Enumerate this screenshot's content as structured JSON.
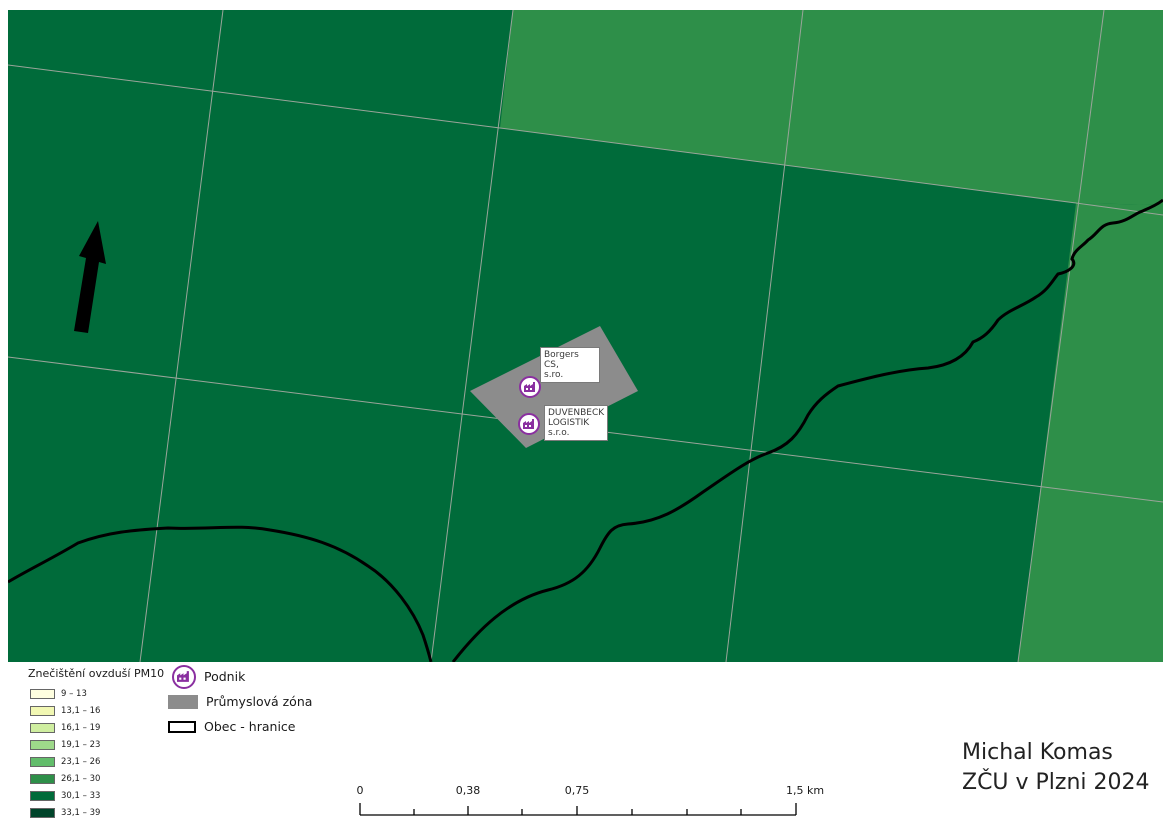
{
  "map": {
    "features": [
      {
        "name": "Borgers CS,\ns.ro.",
        "type": "Podnik"
      },
      {
        "name": "DUVENBECK\nLOGISTIK\ns.r.o.",
        "type": "Podnik"
      }
    ],
    "colors": {
      "grid_default": "#006b3a",
      "grid_lower": "#2e8f49",
      "industrial_zone": "#8c8c8c",
      "gridline": "#9aa59a",
      "municipal_border": "#000000",
      "poi_accent": "#8a2fa0"
    },
    "north_arrow": "north-arrow-icon"
  },
  "legend": {
    "pm10_title": "Znečištění ovzduší PM10",
    "classes": [
      {
        "label": "9 – 13",
        "color": "#ffffe0"
      },
      {
        "label": "13,1 – 16",
        "color": "#f1f7b3"
      },
      {
        "label": "16,1 – 19",
        "color": "#cfeea0"
      },
      {
        "label": "19,1 – 23",
        "color": "#9ed98a"
      },
      {
        "label": "23,1 – 26",
        "color": "#62bd6b"
      },
      {
        "label": "26,1 – 30",
        "color": "#2e8f49"
      },
      {
        "label": "30,1 – 33",
        "color": "#006b3a"
      },
      {
        "label": "33,1 – 39",
        "color": "#00442a"
      }
    ],
    "items": [
      {
        "label": "Podnik",
        "icon": "factory-icon"
      },
      {
        "label": "Průmyslová zóna"
      },
      {
        "label": "Obec - hranice"
      }
    ]
  },
  "scalebar": {
    "labels": [
      "0",
      "0,38",
      "0,75",
      "1,5 km"
    ],
    "values_km": [
      0,
      0.375,
      0.75,
      1.5
    ]
  },
  "credits": {
    "author": "Michal Komas",
    "institution": "ZČU v Plzni 2024"
  }
}
